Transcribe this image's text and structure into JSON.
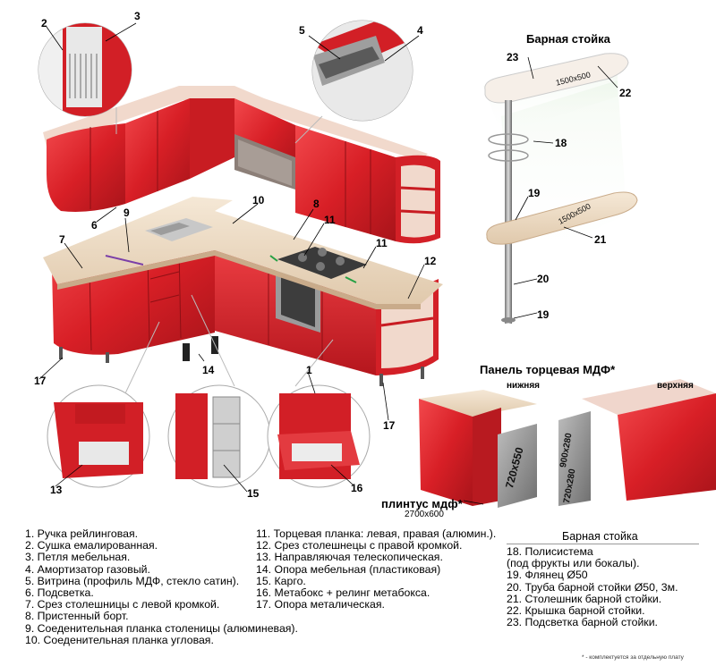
{
  "callouts": [
    "1",
    "2",
    "3",
    "4",
    "5",
    "6",
    "7",
    "8",
    "9",
    "10",
    "11",
    "11",
    "12",
    "13",
    "14",
    "15",
    "16",
    "17",
    "17",
    "18",
    "19",
    "19",
    "20",
    "21",
    "22",
    "23"
  ],
  "captions": {
    "bar_title": "Барная стойка",
    "panel_title": "Панель торцевая МДФ*",
    "lower": "нижняя",
    "upper": "верхняя",
    "plinth": "плинтус мдф*",
    "plinth_size": "2700x600",
    "bar_top_size": "1500x500",
    "bar_small_size": "1500x500",
    "panel_lower_size": "720x550",
    "panel_upper_size_1": "900x280",
    "panel_upper_size_2": "720x280"
  },
  "legend": {
    "col1": [
      "1. Ручка рейлинговая.",
      "2. Сушка емалированная.",
      "3. Петля мебельная.",
      "4. Амортизатор газовый.",
      "5. Витрина (профиль МДФ, стекло сатин).",
      "6. Подсветка.",
      "7. Срез столешницы с левой кромкой.",
      "8. Пристенный борт.",
      "9. Соеденительная планка столеницы (алюминевая).",
      "10. Соеденительная планка угловая."
    ],
    "col2": [
      "11. Торцевая планка: левая, правая (алюмин.).",
      "12. Срез столешнецы с правой кромкой.",
      "13. Направляючая телескопическая.",
      "14. Опора мебельная (пластиковая)",
      "15. Карго.",
      "16. Метабокс + релинг метабокса.",
      "17. Опора металическая."
    ],
    "col3_title": "Барная стойка",
    "col3": [
      "18. Полисистема",
      "(под фрукты или бокалы).",
      "19. Флянец Ø50",
      "20. Труба барной стойки Ø50, 3м.",
      "21. Столешник барной стойки.",
      "22. Крышка барной стойки.",
      "23. Подсветка барной стойки."
    ],
    "footnote": "* - комплектуется за отдельную плату"
  },
  "colors": {
    "red": "#e0222a",
    "dark_red": "#a8141a",
    "counter": "#eedcc4"
  }
}
